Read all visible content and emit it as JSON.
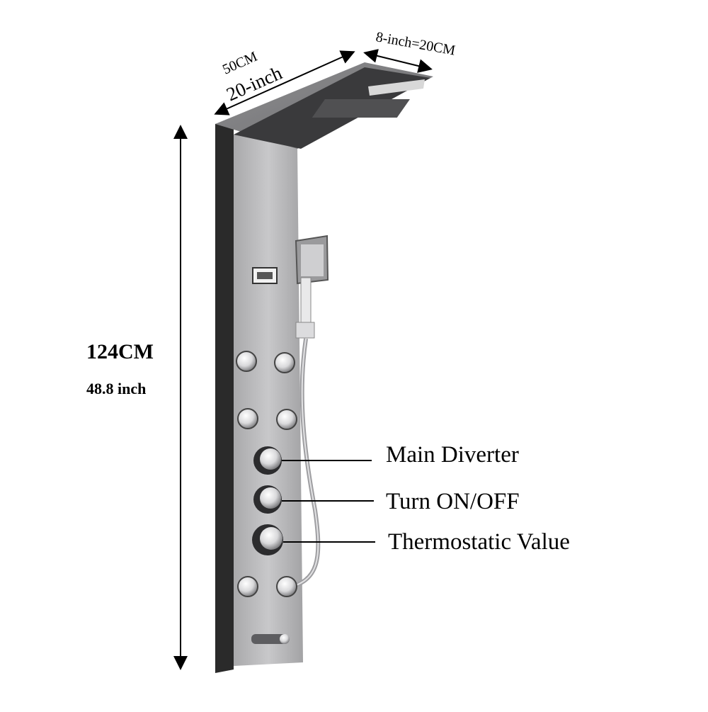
{
  "dimensions": {
    "width_cm": "50CM",
    "width_inch": "20-inch",
    "depth": "8-inch=20CM",
    "height_cm": "124CM",
    "height_inch": "48.8 inch"
  },
  "callouts": {
    "main_diverter": "Main Diverter",
    "turn_on_off": "Turn ON/OFF",
    "thermostatic": "Thermostatic Value"
  },
  "colors": {
    "panel_dark": "#2b2b2b",
    "panel_steel": "#b9b9bb",
    "chrome": "#e6e6e6"
  }
}
